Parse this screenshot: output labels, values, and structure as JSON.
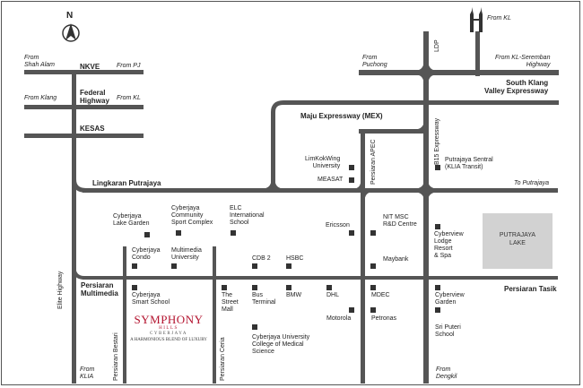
{
  "roads": {
    "nkve": "NKVE",
    "federal_highway": "Federal\nHighway",
    "kesas": "KESAS",
    "south_klang": "South Klang\nValley Expressway",
    "mex": "Maju Expressway (MEX)",
    "ldp": "LDP",
    "b15": "B15 Expressway",
    "persiaran_apec": "Persiaran APEC",
    "lingkaran_putrajaya": "Lingkaran Putrajaya",
    "elite_highway": "Elite Highway",
    "persiaran_multimedia": "Persiaran\nMultimedia",
    "persiaran_tasik": "Persiaran Tasik",
    "persiaran_bestari": "Persiaran Bestari",
    "persiaran_ceria": "Persiaran Ceria"
  },
  "directions": {
    "from_shah_alam": "From\nShah Alam",
    "from_pj": "From PJ",
    "from_klang": "From Klang",
    "from_kl_federal": "From KL",
    "from_kl_top": "From KL",
    "from_puchong": "From\nPuchong",
    "from_kl_seremban": "From KL-Seremban\nHighway",
    "to_putrajaya": "To Putrajaya",
    "from_klia": "From\nKLIA",
    "from_dengkil": "From\nDengkil"
  },
  "landmarks": {
    "limkokwing": "LimKokWing\nUniversity",
    "measat": "MEASAT",
    "putrajaya_sentral": "Putrajaya Sentral\n(KLIA Transit)",
    "lake_garden": "Cyberjaya\nLake Garden",
    "community_sport": "Cyberjaya\nCommunity\nSport Complex",
    "elc": "ELC\nInternational\nSchool",
    "ericsson": "Ericsson",
    "nit_msc": "NIT MSC\nR&D Centre",
    "cyberview_lodge": "Cyberview\nLodge\nResort\n& Spa",
    "putrajaya_lake": "PUTRAJAYA\nLAKE",
    "condo": "Cyberjaya\nCondo",
    "multimedia_university": "Multimedia\nUniversity",
    "cdb2": "CDB 2",
    "hsbc": "HSBC",
    "maybank": "Maybank",
    "smart_school": "Cyberjaya\nSmart School",
    "street_mall": "The\nStreet\nMall",
    "bus_terminal": "Bus\nTerminal",
    "bmw": "BMW",
    "dhl": "DHL",
    "mdec": "MDEC",
    "cyberview_garden": "Cyberview\nGarden",
    "motorola": "Motorola",
    "petronas": "Petronas",
    "sri_puteri": "Sri Puteri\nSchool",
    "cucms": "Cyberjaya University\nCollege of Medical\nScience"
  },
  "compass": {
    "letter": "N"
  },
  "logo": {
    "name": "SYMPHONY",
    "sub": "HILLS",
    "location": "CYBERJAYA",
    "tagline": "A HARMONIOUS BLEND OF LUXURY"
  },
  "colors": {
    "road": "#555555",
    "lake": "#d2d2d2",
    "brand": "#b3122e"
  }
}
